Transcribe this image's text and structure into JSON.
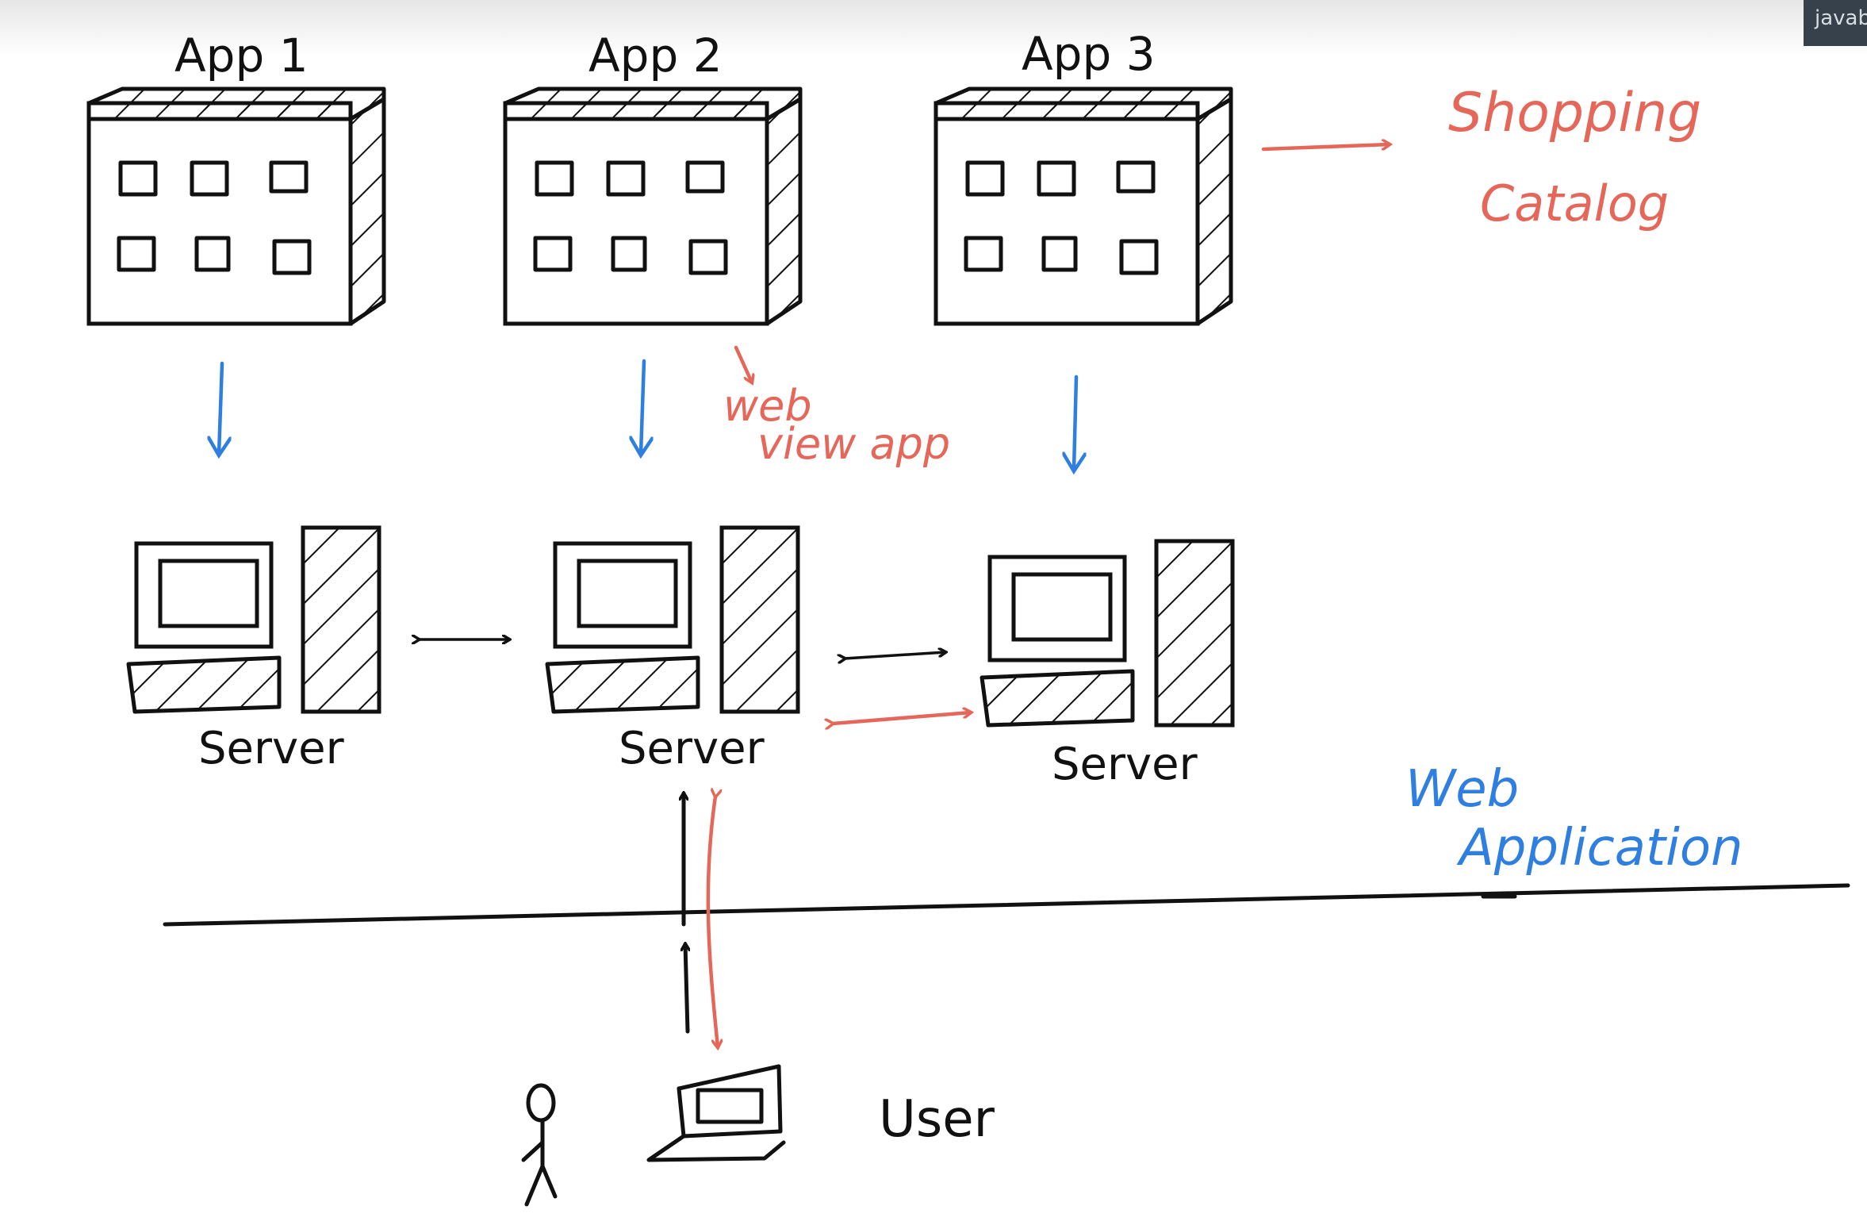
{
  "corner_tab": "javab",
  "apps": [
    {
      "label": "App 1"
    },
    {
      "label": "App 2"
    },
    {
      "label": "App 3"
    }
  ],
  "servers": [
    {
      "label": "Server"
    },
    {
      "label": "Server"
    },
    {
      "label": "Server"
    }
  ],
  "annotations": {
    "shopping": "Shopping",
    "catalog": "Catalog",
    "web_view_1": "web",
    "web_view_2": "view app",
    "web_app_1": "Web",
    "web_app_2": "Application",
    "user": "User"
  },
  "colors": {
    "ink": "#111111",
    "red": "#e5675a",
    "blue": "#2f7fe0"
  }
}
